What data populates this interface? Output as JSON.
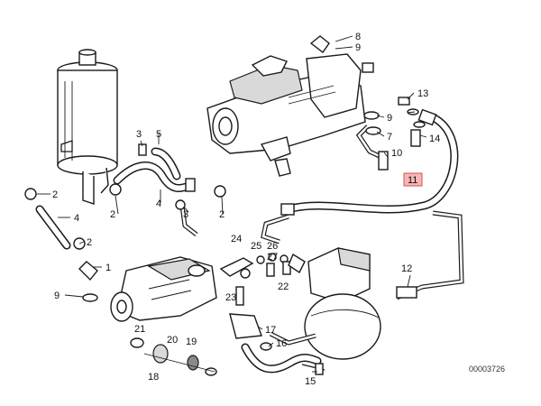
{
  "diagram": {
    "reference_number": "00003726",
    "callouts": [
      {
        "id": "c1",
        "label": "1"
      },
      {
        "id": "c2a",
        "label": "2"
      },
      {
        "id": "c2b",
        "label": "2"
      },
      {
        "id": "c2c",
        "label": "2"
      },
      {
        "id": "c2d",
        "label": "2"
      },
      {
        "id": "c3",
        "label": "3"
      },
      {
        "id": "c3b",
        "label": "3"
      },
      {
        "id": "c4a",
        "label": "4"
      },
      {
        "id": "c4b",
        "label": "4"
      },
      {
        "id": "c5",
        "label": "5"
      },
      {
        "id": "c7",
        "label": "7"
      },
      {
        "id": "c8",
        "label": "8"
      },
      {
        "id": "c9a",
        "label": "9"
      },
      {
        "id": "c9b",
        "label": "9"
      },
      {
        "id": "c9c",
        "label": "9"
      },
      {
        "id": "c10",
        "label": "10"
      },
      {
        "id": "c11",
        "label": "11",
        "highlighted": true
      },
      {
        "id": "c12",
        "label": "12"
      },
      {
        "id": "c13",
        "label": "13"
      },
      {
        "id": "c14",
        "label": "14"
      },
      {
        "id": "c15",
        "label": "15"
      },
      {
        "id": "c16",
        "label": "16"
      },
      {
        "id": "c17",
        "label": "17"
      },
      {
        "id": "c18",
        "label": "18"
      },
      {
        "id": "c19",
        "label": "19"
      },
      {
        "id": "c20",
        "label": "20"
      },
      {
        "id": "c21",
        "label": "21"
      },
      {
        "id": "c22",
        "label": "22"
      },
      {
        "id": "c23",
        "label": "23"
      },
      {
        "id": "c24",
        "label": "24"
      },
      {
        "id": "c25",
        "label": "25"
      },
      {
        "id": "c26",
        "label": "26"
      },
      {
        "id": "c27",
        "label": "27"
      }
    ],
    "highlight_color": "#f4b6b6"
  }
}
